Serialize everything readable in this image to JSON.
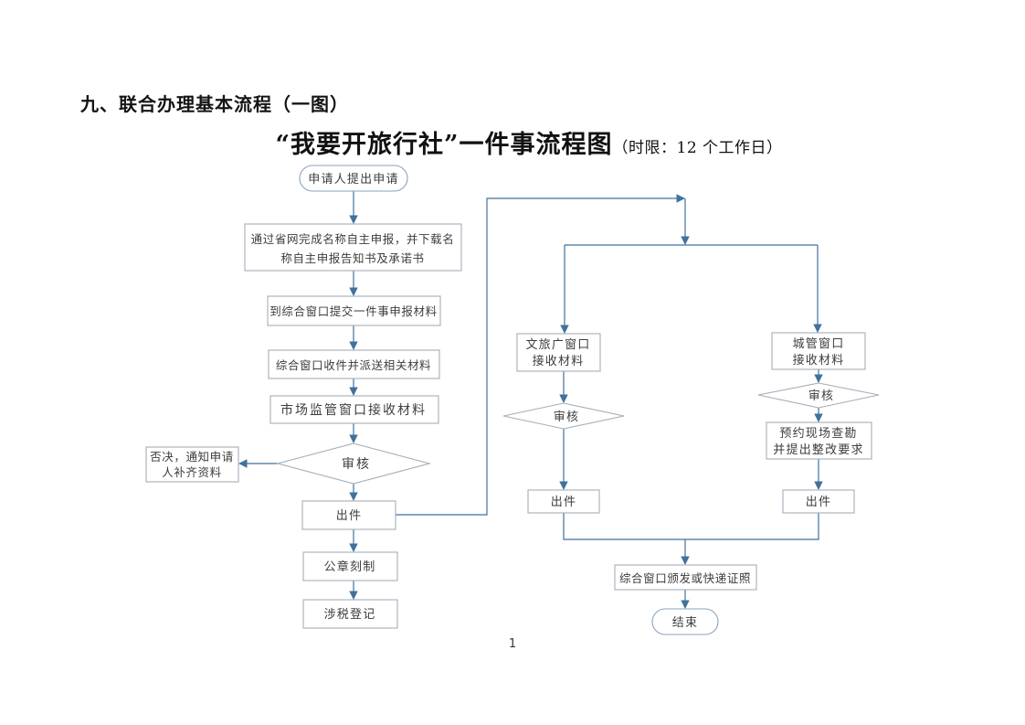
{
  "page": {
    "heading": "九、联合办理基本流程（一图）",
    "title": "“我要开旅行社”一件事流程图",
    "title_note": "（时限：12 个工作日）",
    "page_number": "1"
  },
  "colors": {
    "connector": "#41719c",
    "border": "#a5adb8",
    "oval-border": "#8ca2bd",
    "text": "#3d3d3d"
  },
  "nodes": {
    "start": {
      "label": "申请人提出申请"
    },
    "online_declare": {
      "line1": "通过省网完成名称自主申报，并下载名",
      "line2": "称自主申报告知书及承诺书"
    },
    "submit_materials": {
      "label": "到综合窗口提交一件事申报材料"
    },
    "receive_dispatch": {
      "label": "综合窗口收件并派送相关材料"
    },
    "market_receive": {
      "label": "市场监管窗口接收材料"
    },
    "market_review": {
      "label": "审核"
    },
    "reject_notice": {
      "line1": "否决，通知申请",
      "line2": "人补齐资料"
    },
    "market_out": {
      "label": "出件"
    },
    "seal_engraving": {
      "label": "公章刻制"
    },
    "tax_registration": {
      "label": "涉税登记"
    },
    "culture_receive": {
      "line1": "文旅广窗口",
      "line2": "接收材料"
    },
    "culture_review": {
      "label": "审核"
    },
    "culture_out": {
      "label": "出件"
    },
    "urban_receive": {
      "line1": "城管窗口",
      "line2": "接收材料"
    },
    "urban_review": {
      "label": "审核"
    },
    "site_survey": {
      "line1": "预约现场查勘",
      "line2": "并提出整改要求"
    },
    "urban_out": {
      "label": "出件"
    },
    "issue_license": {
      "label": "综合窗口颁发或快递证照"
    },
    "end": {
      "label": "结束"
    }
  },
  "edges": [
    {
      "from": "start",
      "to": "online_declare"
    },
    {
      "from": "online_declare",
      "to": "submit_materials"
    },
    {
      "from": "submit_materials",
      "to": "receive_dispatch"
    },
    {
      "from": "receive_dispatch",
      "to": "market_receive"
    },
    {
      "from": "market_receive",
      "to": "market_review"
    },
    {
      "from": "market_review",
      "to": "reject_notice"
    },
    {
      "from": "market_review",
      "to": "market_out"
    },
    {
      "from": "market_out",
      "to": "seal_engraving"
    },
    {
      "from": "seal_engraving",
      "to": "tax_registration"
    },
    {
      "from": "market_out",
      "to": "culture_receive"
    },
    {
      "from": "market_out",
      "to": "urban_receive"
    },
    {
      "from": "culture_receive",
      "to": "culture_review"
    },
    {
      "from": "culture_review",
      "to": "culture_out"
    },
    {
      "from": "urban_receive",
      "to": "urban_review"
    },
    {
      "from": "urban_review",
      "to": "site_survey"
    },
    {
      "from": "site_survey",
      "to": "urban_out"
    },
    {
      "from": "culture_out",
      "to": "issue_license"
    },
    {
      "from": "urban_out",
      "to": "issue_license"
    },
    {
      "from": "issue_license",
      "to": "end"
    }
  ]
}
